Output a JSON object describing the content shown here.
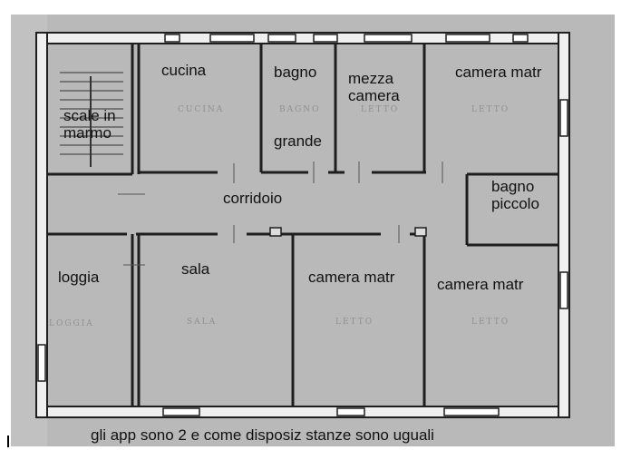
{
  "plan": {
    "rooms": [
      {
        "id": "scale",
        "label": "scale in\nmarmo",
        "ghost": ""
      },
      {
        "id": "cucina",
        "label": "cucina",
        "ghost": "CUCINA"
      },
      {
        "id": "bagno-grande",
        "label": "bagno\n\n\n\ngrande",
        "ghost": "BAGNO"
      },
      {
        "id": "mezza-camera",
        "label": "mezza\ncamera",
        "ghost": "LETTO"
      },
      {
        "id": "camera-matr-1",
        "label": "camera matr",
        "ghost": "LETTO"
      },
      {
        "id": "bagno-piccolo",
        "label": "bagno\npiccolo",
        "ghost": ""
      },
      {
        "id": "corridoio",
        "label": "corridoio",
        "ghost": ""
      },
      {
        "id": "loggia",
        "label": "loggia",
        "ghost": "LOGGIA"
      },
      {
        "id": "sala",
        "label": "sala",
        "ghost": "SALA"
      },
      {
        "id": "camera-matr-2",
        "label": "camera matr",
        "ghost": "LETTO"
      },
      {
        "id": "camera-matr-3",
        "label": "camera matr",
        "ghost": "LETTO"
      }
    ]
  },
  "caption": "gli app sono 2 e come disposiz stanze sono uguali",
  "colors": {
    "paper": "#b9b9b9",
    "wall": "#f4f4f4",
    "line": "#1e1e1e"
  }
}
